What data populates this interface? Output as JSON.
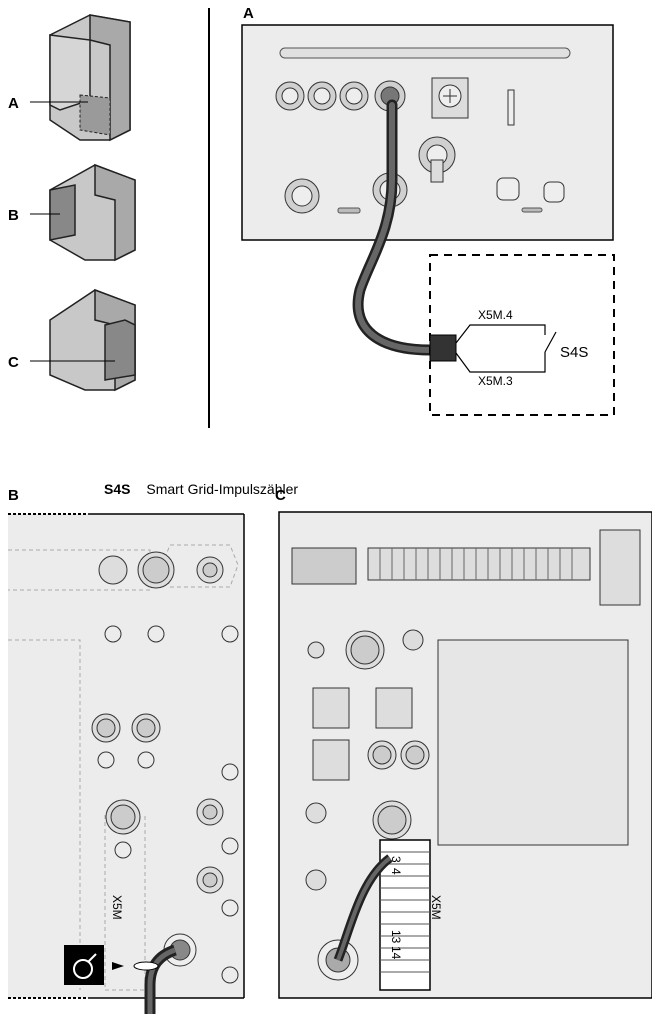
{
  "labels": {
    "side_a": "A",
    "side_b": "B",
    "side_c": "C",
    "panel_a": "A",
    "panel_b": "B",
    "panel_c": "C"
  },
  "wiring": {
    "x5m4": "X5M.4",
    "x5m3": "X5M.3",
    "switch": "S4S",
    "terminal_block": "X5M",
    "t3": "3",
    "t4": "4",
    "t13": "13",
    "t14": "14"
  },
  "legend": {
    "code": "S4S",
    "description": "Smart Grid-Impulszähler"
  }
}
